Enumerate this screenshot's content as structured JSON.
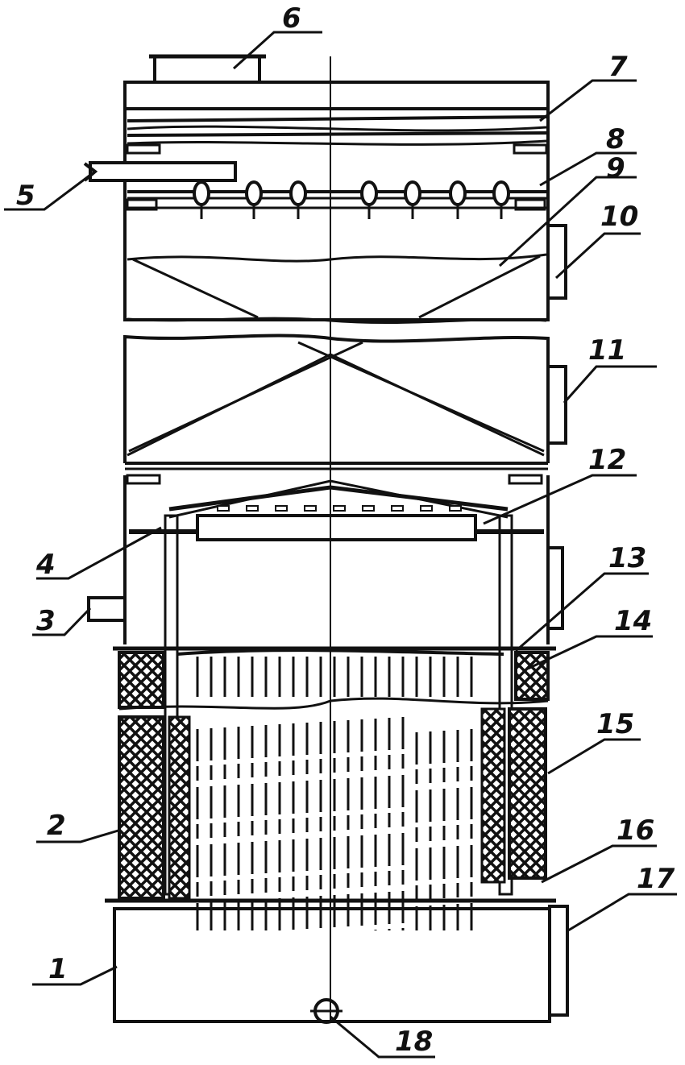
{
  "labels": {
    "l1": "1",
    "l2": "2",
    "l3": "3",
    "l4": "4",
    "l5": "5",
    "l6": "6",
    "l7": "7",
    "l8": "8",
    "l9": "9",
    "l10": "10",
    "l11": "11",
    "l12": "12",
    "l13": "13",
    "l14": "14",
    "l15": "15",
    "l16": "16",
    "l17": "17",
    "l18": "18"
  },
  "colors": {
    "ink": "#111111",
    "paper": "#ffffff"
  }
}
